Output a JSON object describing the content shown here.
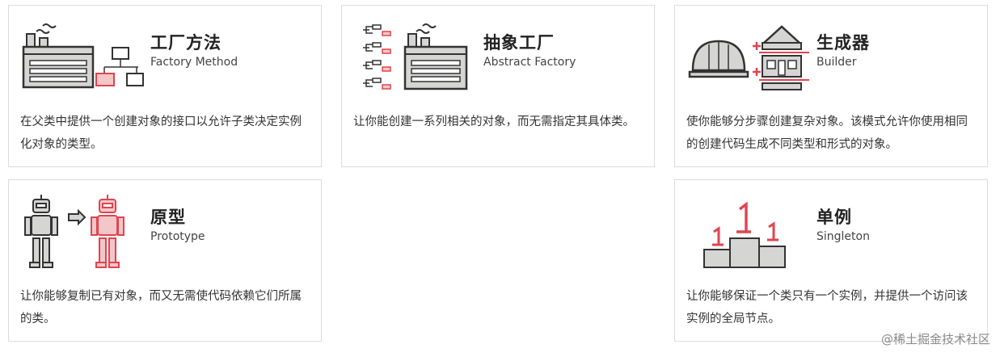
{
  "patterns": [
    {
      "title": "工厂方法",
      "subtitle": "Factory Method",
      "description": "在父类中提供一个创建对象的接口以允许子类决定实例化对象的类型。",
      "icon": "factory-method-icon"
    },
    {
      "title": "抽象工厂",
      "subtitle": "Abstract Factory",
      "description": "让你能创建一系列相关的对象，而无需指定其具体类。",
      "icon": "abstract-factory-icon"
    },
    {
      "title": "生成器",
      "subtitle": "Builder",
      "description": "使你能够分步骤创建复杂对象。该模式允许你使用相同的创建代码生成不同类型和形式的对象。",
      "icon": "builder-icon"
    },
    {
      "title": "原型",
      "subtitle": "Prototype",
      "description": "让你能够复制已有对象，而又无需使代码依赖它们所属的类。",
      "icon": "prototype-icon"
    },
    {
      "title": "单例",
      "subtitle": "Singleton",
      "description": "让你能够保证一个类只有一个实例，并提供一个访问该实例的全局节点。",
      "icon": "singleton-icon"
    }
  ],
  "watermark": "@稀土掘金技术社区",
  "colors": {
    "accent_red": "#e0454f",
    "pink_fill": "#f3c7c9",
    "gray_fill": "#d5d5d3",
    "outline": "#333333",
    "card_border": "#dcdcdc"
  }
}
